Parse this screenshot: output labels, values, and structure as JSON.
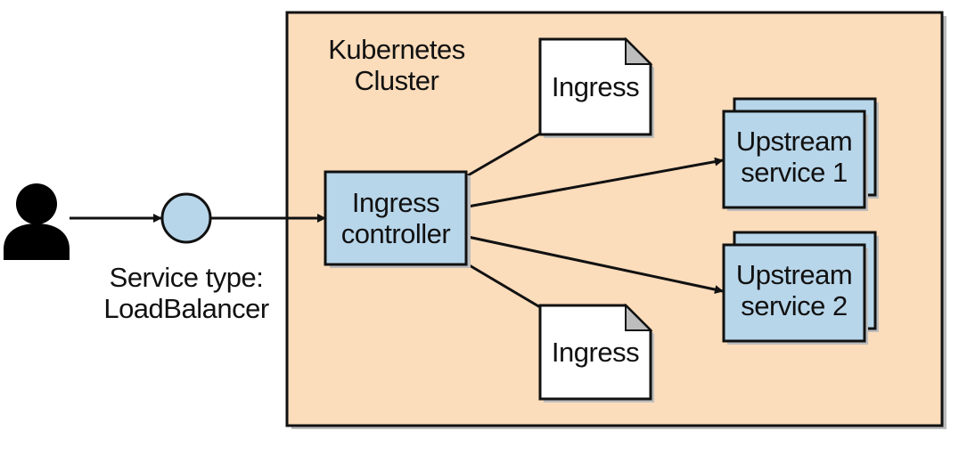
{
  "cluster": {
    "title_lines": [
      "Kubernetes",
      "Cluster"
    ]
  },
  "load_balancer": {
    "label_lines": [
      "Service type:",
      "LoadBalancer"
    ]
  },
  "ingress_controller": {
    "label_lines": [
      "Ingress",
      "controller"
    ]
  },
  "ingress_docs": [
    {
      "label": "Ingress"
    },
    {
      "label": "Ingress"
    }
  ],
  "upstream_services": [
    {
      "label_lines": [
        "Upstream",
        "service 1"
      ]
    },
    {
      "label_lines": [
        "Upstream",
        "service 2"
      ]
    }
  ],
  "colors": {
    "cluster_fill": "#fbdcbb",
    "node_fill": "#b8d6ea",
    "stroke": "#111111",
    "shadow": "#bdbdbd",
    "doc_fold": "#bdbdbd"
  },
  "icons": {
    "user": "user-icon"
  }
}
